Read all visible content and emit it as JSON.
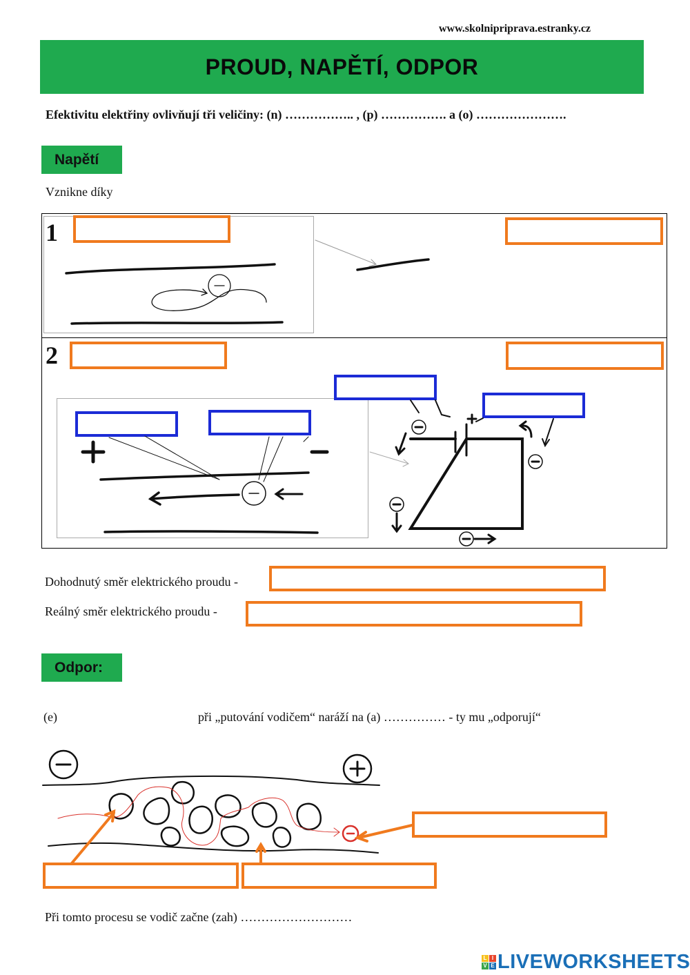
{
  "header": {
    "website": "www.skolnipriprava.estranky.cz",
    "title": "PROUD, NAPĚTÍ, ODPOR",
    "intro": "Efektivitu elektřiny ovlivňují tři veličiny: (n) …………….. , (p) ……………. a (o) …………………."
  },
  "napeti": {
    "heading": "Napětí",
    "vznikne": "Vznikne díky",
    "panel1_number": "1",
    "panel2_number": "2",
    "plus_sign": "+",
    "minus_sign": "−",
    "electron_sign": "−"
  },
  "direction": {
    "agreed_label": "Dohodnutý směr elektrického proudu -",
    "real_label": "Reálný směr elektrického proudu -"
  },
  "odpor": {
    "heading": "Odpor:",
    "sentence_start": "(e)",
    "sentence_rest": "při „putování vodičem“ naráží na (a) …………… - ty mu „odporují“",
    "final_sentence": "Při tomto procesu se vodič začne (zah) ………………………"
  },
  "footer": {
    "brand": "LIVEWORKSHEETS",
    "cube_letters": [
      "L",
      "I",
      "V",
      "E"
    ]
  },
  "colors": {
    "green": "#1faa4f",
    "orange_box": "#f07a1e",
    "blue_box": "#1b2bd6",
    "brand_blue": "#1a6fb7"
  }
}
